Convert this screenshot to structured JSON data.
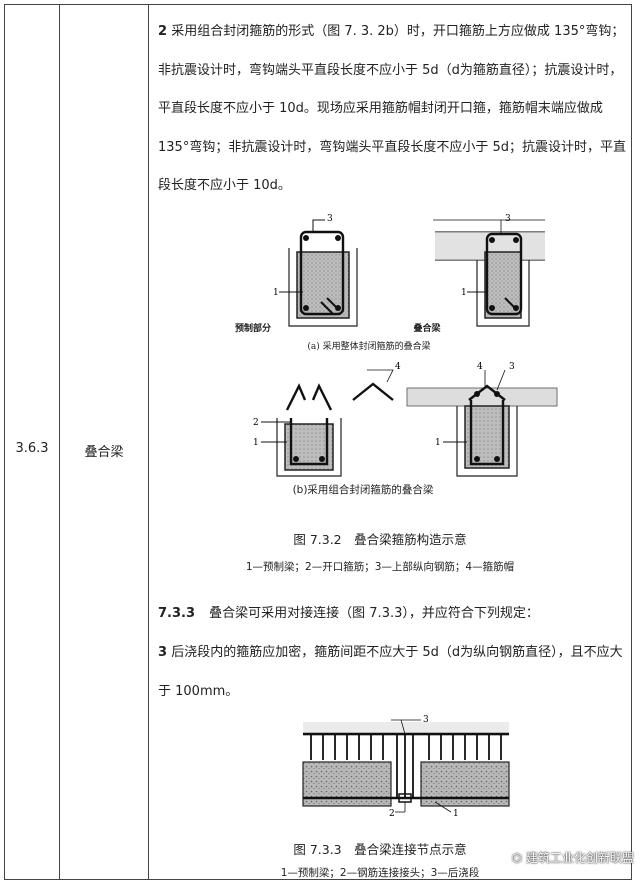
{
  "row": {
    "code": "3.6.3",
    "name": "叠合梁"
  },
  "p1": {
    "num": "2",
    "text": "采用组合封闭箍筋的形式（图 7. 3. 2b）时，开口箍筋上方应做成 135°弯钩；非抗震设计时，弯钩端头平直段长度不应小于 5d（d为箍筋直径）；抗震设计时，平直段长度不应小于 10d。现场应采用箍筋帽封闭开口箍，箍筋帽末端应做成 135°弯钩；非抗震设计时，弯钩端头平直段长度不应小于 5d；抗震设计时，平直段长度不应小于 10d。"
  },
  "fig1": {
    "label_prefab": "预制部分",
    "label_composite": "叠合梁",
    "caption_a": "(a) 采用整体封闭箍筋的叠合梁",
    "caption_b": "(b)采用组合封闭箍筋的叠合梁",
    "title": "图 7.3.2　叠合梁箍筋构造示意",
    "legend": "1—预制梁；2—开口箍筋；3—上部纵向钢筋；4—箍筋帽",
    "n1": "1",
    "n2": "2",
    "n3": "3",
    "n4": "4"
  },
  "p2": {
    "num": "7.3.3",
    "text": "叠合梁可采用对接连接（图 7.3.3），并应符合下列规定："
  },
  "p3": {
    "num": "3",
    "text": "后浇段内的箍筋应加密，箍筋间距不应大于 5d（d为纵向钢筋直径），且不应大于 100mm。"
  },
  "fig2": {
    "title": "图 7.3.3　叠合梁连接节点示意",
    "legend": "1—预制梁；2—钢筋连接接头；3—后浇段",
    "n1": "1",
    "n2": "2",
    "n3": "3"
  },
  "watermark": "建筑工业化创新联盟"
}
